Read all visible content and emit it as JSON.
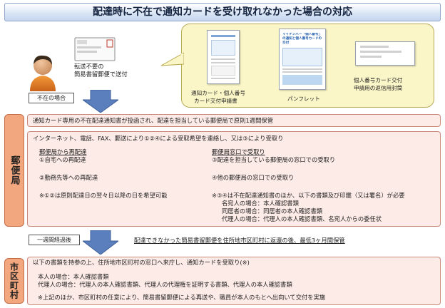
{
  "title": "配達時に不在で通知カードを受け取れなかった場合の対応",
  "top": {
    "mailer_caption_line1": "転送不要の",
    "mailer_caption_line2": "簡易書留郵便で送付",
    "absent_label": "不在の場合",
    "enclosures": [
      {
        "caption_line1": "通知カード・個人番号",
        "caption_line2": "カード交付申請書"
      },
      {
        "caption_line1": "パンフレット",
        "caption_line2": "",
        "doc_heading": "マイナンバー「個人番号」の通知と個人番号カードの交付"
      },
      {
        "caption_line1": "個人番号カード交付",
        "caption_line2": "申請用の返信用封筒"
      }
    ]
  },
  "post_office": {
    "side_label": "郵便局",
    "notice_line": "通知カード専用の不在配達通知書が投函され、配達を担当している郵便局で原則1週間保管",
    "contact_line": "インターネット、電話、FAX、郵送により①②④による受取希望を連絡し、又は③により受取り",
    "redelivery_heading": "郵便局から再配達",
    "redelivery_items": [
      "①自宅への再配達",
      "②勤務先等への再配達"
    ],
    "redelivery_note": "※①②は原則配達日の翌々日以降の日を希望可能",
    "counter_heading": "郵便局窓口で受取り",
    "counter_items": [
      "③配達を担当している郵便局の窓口での受取り",
      "④他の郵便局の窓口での受取り"
    ],
    "counter_note": "※③④は不在配達通知書のほか、以下の書類及び印鑑（又は署名）が必要",
    "counter_docs": [
      "名宛人の場合：本人確認書類",
      "同居者の場合：同居者の本人確認書類",
      "代理人の場合：代理人の本人確認書類、名宛人からの委任状"
    ]
  },
  "transition": {
    "label": "一週間経過後",
    "text": "配達できなかった簡易書留郵便を住所地市区町村に返還の後、最低3ヶ月間保管"
  },
  "municipality": {
    "side_label": "市区町村",
    "intro": "以下の書類を持参の上、住所地市区町村の窓口へ来庁し、通知カードを受取り(※)",
    "docs": [
      "本人の場合：本人確認書類",
      "代理人の場合：代理人の本人確認書類、代理人の代理権を証明する書類、代理人の本人確認書類"
    ],
    "note": "※上記のほか、市区町村の任意により、簡易書留郵便による再送や、職員が本人のもとへ出向いて交付を実施"
  },
  "colors": {
    "side_band": "#f3a77f",
    "box_fill": "#fdebe7",
    "arrow": "#5b7fbd",
    "callout": "#fbf6c8",
    "title_band": "#dbe6f5"
  }
}
